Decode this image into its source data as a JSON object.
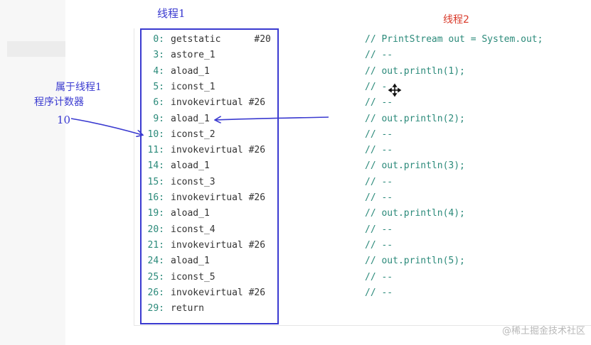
{
  "labels": {
    "thread1": "线程1",
    "thread2": "线程2",
    "belongs_line1": "属于线程1",
    "belongs_line2": "程序计数器",
    "pc_value": "10"
  },
  "colors": {
    "annotation_blue": "#3a3ad0",
    "thread2_red": "#d93a2a",
    "offset_teal": "#2b8a7a"
  },
  "bytecode": [
    {
      "offset": "0:",
      "instr": "getstatic      #20",
      "comment": "// PrintStream out = System.out;"
    },
    {
      "offset": "3:",
      "instr": "astore_1",
      "comment": "// --"
    },
    {
      "offset": "4:",
      "instr": "aload_1",
      "comment": "// out.println(1);"
    },
    {
      "offset": "5:",
      "instr": "iconst_1",
      "comment": "// -"
    },
    {
      "offset": "6:",
      "instr": "invokevirtual #26",
      "comment": "// --"
    },
    {
      "offset": "9:",
      "instr": "aload_1",
      "comment": "// out.println(2);"
    },
    {
      "offset": "10:",
      "instr": "iconst_2",
      "comment": "// --"
    },
    {
      "offset": "11:",
      "instr": "invokevirtual #26",
      "comment": "// --"
    },
    {
      "offset": "14:",
      "instr": "aload_1",
      "comment": "// out.println(3);"
    },
    {
      "offset": "15:",
      "instr": "iconst_3",
      "comment": "// --"
    },
    {
      "offset": "16:",
      "instr": "invokevirtual #26",
      "comment": "// --"
    },
    {
      "offset": "19:",
      "instr": "aload_1",
      "comment": "// out.println(4);"
    },
    {
      "offset": "20:",
      "instr": "iconst_4",
      "comment": "// --"
    },
    {
      "offset": "21:",
      "instr": "invokevirtual #26",
      "comment": "// --"
    },
    {
      "offset": "24:",
      "instr": "aload_1",
      "comment": "// out.println(5);"
    },
    {
      "offset": "25:",
      "instr": "iconst_5",
      "comment": "// --"
    },
    {
      "offset": "26:",
      "instr": "invokevirtual #26",
      "comment": "// --"
    },
    {
      "offset": "29:",
      "instr": "return",
      "comment": ""
    }
  ],
  "watermark": "@稀土掘金技术社区"
}
